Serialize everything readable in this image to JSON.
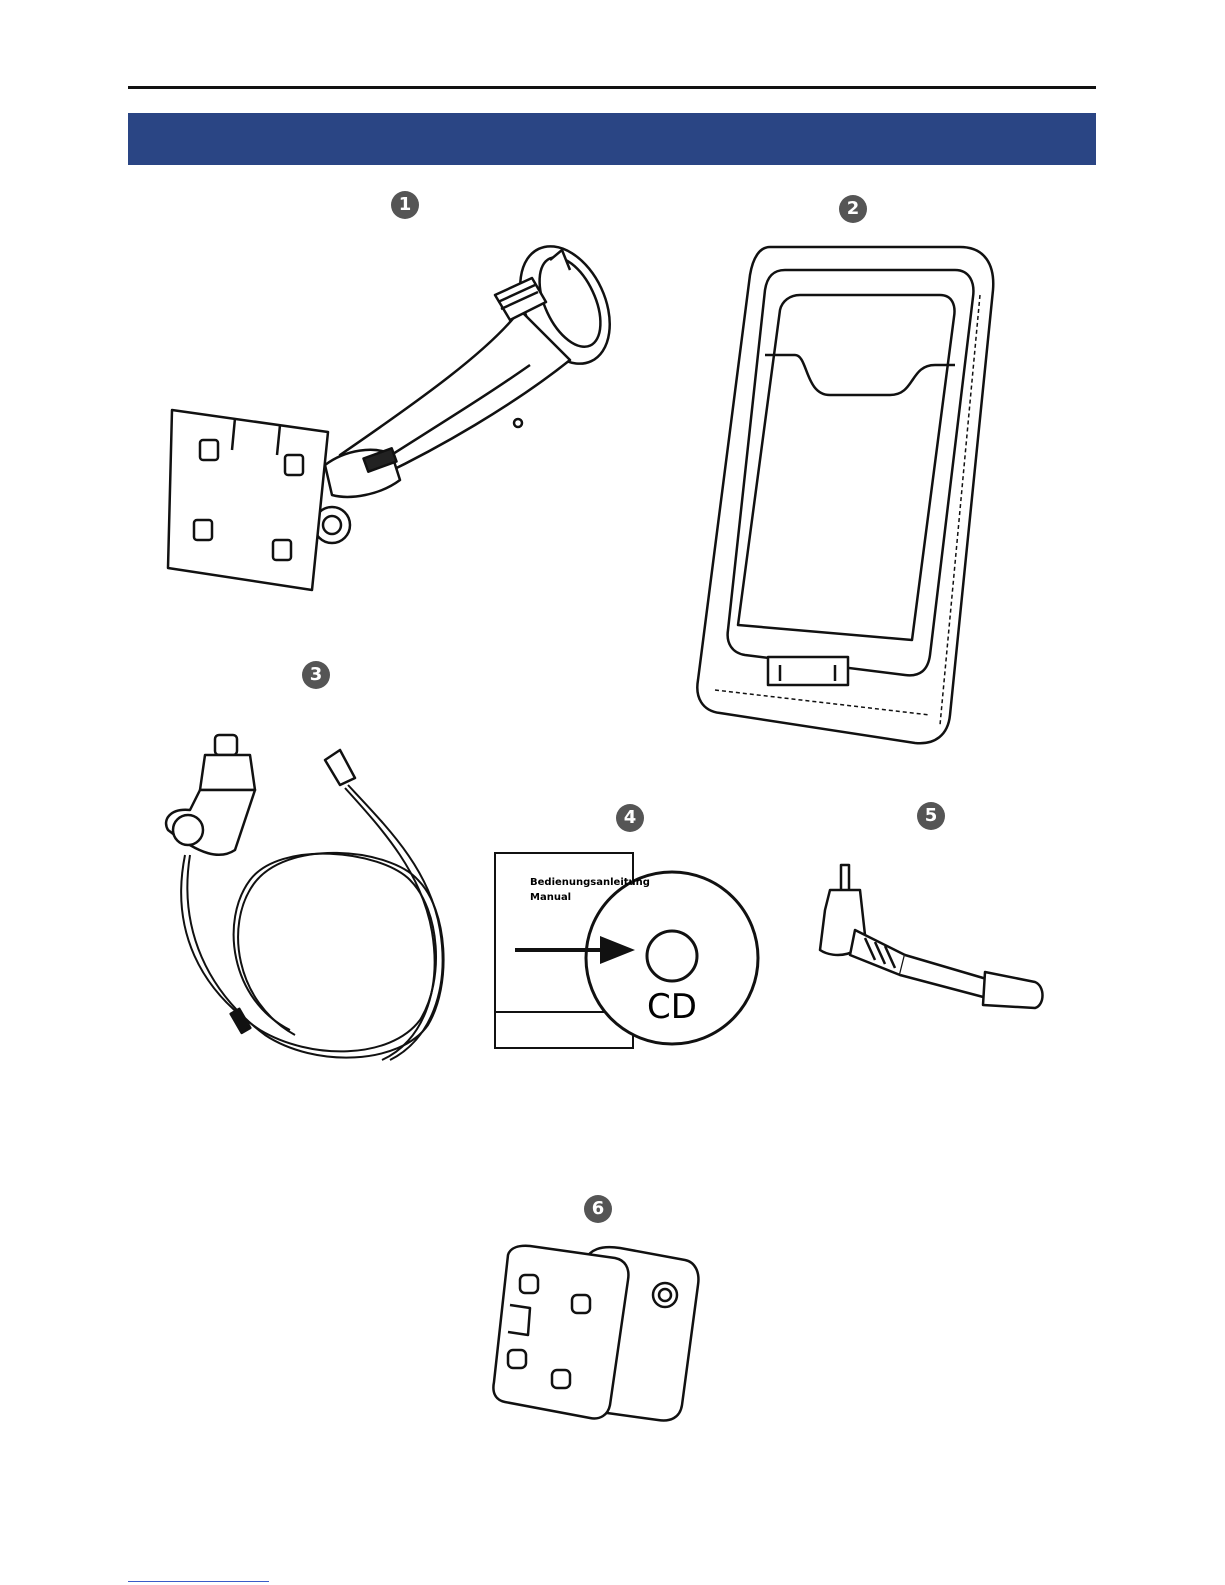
{
  "badges": [
    "1",
    "2",
    "3",
    "4",
    "5",
    "6"
  ],
  "manual": {
    "line1": "Bedienungsanleitung",
    "line2": "Manual",
    "cd_label": "CD"
  },
  "colors": {
    "banner": "#2a4584",
    "badge": "#555555",
    "rule": "#111111"
  }
}
